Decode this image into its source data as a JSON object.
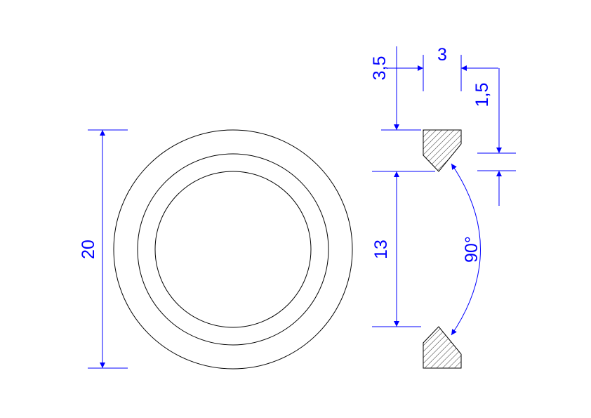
{
  "colors": {
    "geometry": "#000000",
    "dimension": "#0000ff",
    "hatch": "#000000",
    "background": "#ffffff"
  },
  "dimensions": {
    "outer_diameter": "20",
    "inner_diameter": "13",
    "chamfer_width": "3",
    "chamfer_height": "3,5",
    "chamfer_step": "1,5",
    "angle": "90°"
  }
}
